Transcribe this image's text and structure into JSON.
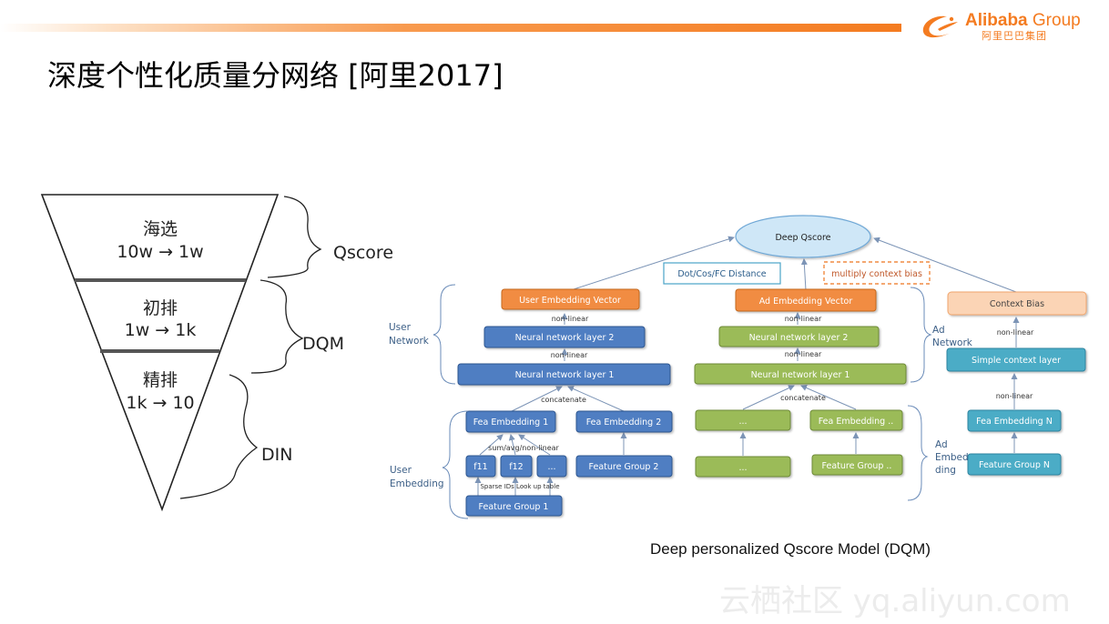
{
  "header": {
    "title": "深度个性化质量分网络 [阿里2017]",
    "logo_en": "Alibaba",
    "logo_group": "Group",
    "logo_cn": "阿里巴巴集团",
    "accent": "#f47b20"
  },
  "funnel": {
    "stages": [
      {
        "name": "海选",
        "range": "10w → 1w"
      },
      {
        "name": "初排",
        "range": "1w → 1k"
      },
      {
        "name": "精排",
        "range": "1k → 10"
      }
    ],
    "braces": [
      "Qscore",
      "DQM",
      "DIN"
    ]
  },
  "diagram": {
    "deep_qscore": "Deep Qscore",
    "distance": "Dot/Cos/FC Distance",
    "multiply_bias": "multiply context bias",
    "user": {
      "embedding_vector": "User Embedding Vector",
      "nn_layer_2": "Neural network layer 2",
      "nn_layer_1": "Neural network layer 1",
      "fea_embedding_1": "Fea Embedding 1",
      "fea_embedding_2": "Fea Embedding 2",
      "f11": "f11",
      "f12": "f12",
      "dots": "...",
      "feature_group_1": "Feature Group 1",
      "feature_group_2": "Feature Group 2",
      "network_label": "User Network",
      "embedding_label": "User Embedding"
    },
    "ad": {
      "embedding_vector": "Ad Embedding Vector",
      "nn_layer_2": "Neural network layer 2",
      "nn_layer_1": "Neural network layer 1",
      "dots_top": "...",
      "dots_bottom": "...",
      "fea_embedding": "Fea Embedding ..",
      "feature_group": "Feature Group ..",
      "network_label": "Ad Network",
      "embedding_label": "Ad Embed ding"
    },
    "context": {
      "bias": "Context Bias",
      "simple_layer": "Simple context layer",
      "fea_embedding_n": "Fea Embedding N",
      "feature_group_n": "Feature Group N"
    },
    "edge_labels": {
      "non_linear": "non-linear",
      "concatenate": "concatenate",
      "sum_avg": "sum/avg/non-linear",
      "sparse_lookup": "Sparse IDs Look up table"
    },
    "colors": {
      "orange": "#f18c43",
      "blue": "#4f7ec2",
      "green": "#9bbb59",
      "teal": "#4bacc6",
      "sky": "#cfe7f7"
    }
  },
  "caption": "Deep personalized Qscore Model (DQM)",
  "watermark": "云栖社区 yq.aliyun.com"
}
